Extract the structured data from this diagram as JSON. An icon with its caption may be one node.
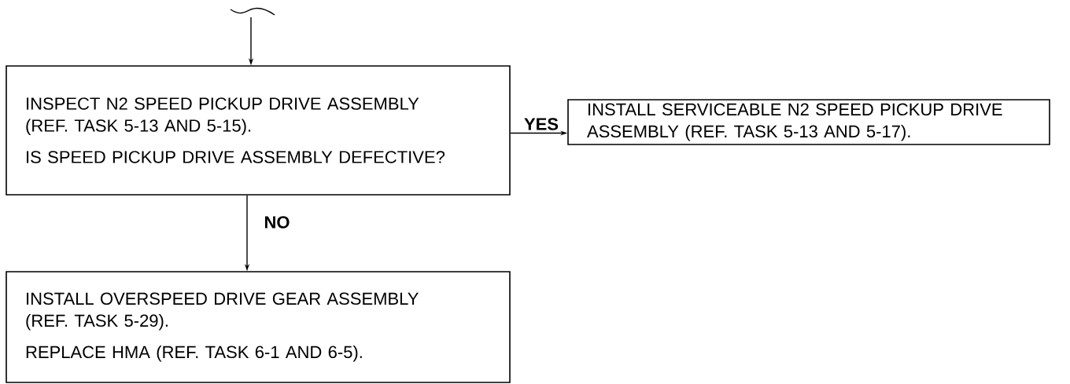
{
  "diagram": {
    "nodes": [
      {
        "text": [
          "INSPECT N2 SPEED PICKUP DRIVE ASSEMBLY (REF. TASK 5-13 AND 5-15).",
          "IS SPEED PICKUP DRIVE ASSEMBLY DEFECTIVE?"
        ]
      },
      {
        "text": [
          "INSTALL SERVICEABLE N2 SPEED PICKUP DRIVE ASSEMBLY (REF. TASK 5-13 AND 5-17)."
        ]
      },
      {
        "text": [
          "INSTALL OVERSPEED DRIVE GEAR ASSEMBLY (REF. TASK 5-29).",
          "REPLACE HMA (REF. TASK 6-1 AND 6-5)."
        ]
      }
    ],
    "edges": [
      {
        "from": null,
        "to": 0,
        "arrow": "to"
      },
      {
        "from": 0,
        "to": 1,
        "arrow": "to",
        "label": "YES"
      },
      {
        "from": 0,
        "to": 2,
        "arrow": "to",
        "label": "NO"
      }
    ]
  }
}
